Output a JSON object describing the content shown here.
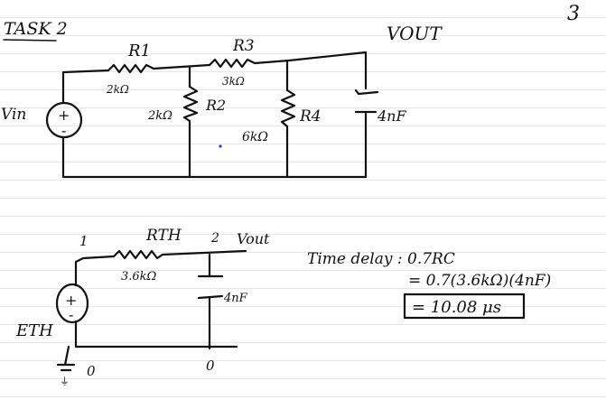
{
  "page": {
    "corner_mark": "3"
  },
  "task": {
    "title": "TASK 2"
  },
  "circuit_top": {
    "source_label": "Vin",
    "source_plus": "+",
    "source_minus": "-",
    "r1_label": "R1",
    "r1_value": "2kΩ",
    "r2_label": "R2",
    "r2_value": "2kΩ",
    "r3_label": "R3",
    "r3_value": "3kΩ",
    "r4_label": "R4",
    "r4_value": "6kΩ",
    "cap_value": "4nF",
    "vout_label": "VOUT"
  },
  "circuit_bottom": {
    "source_label": "ETH",
    "source_plus": "+",
    "source_minus": "-",
    "rth_label": "RTH",
    "rth_value": "3.6kΩ",
    "node1": "1",
    "node2": "2",
    "vout_label": "Vout",
    "cap_value": "4nF",
    "ground_a": "0",
    "ground_b": "0",
    "ground_symbol": "⏚"
  },
  "calculation": {
    "line1": "Time delay : 0.7RC",
    "line2": "= 0.7(3.6kΩ)(4nF)",
    "line3": "= 10.08 μs"
  }
}
